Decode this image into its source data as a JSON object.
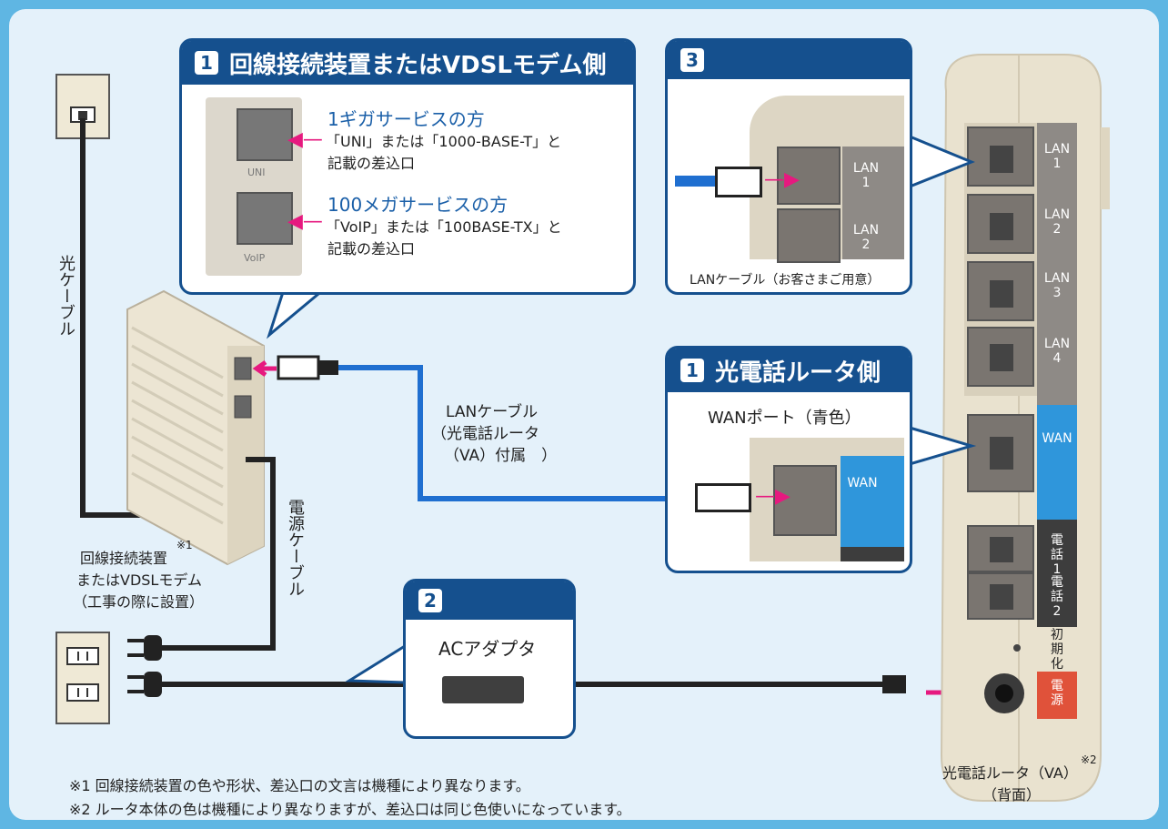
{
  "callout1_modem": {
    "number": "1",
    "title": "回線接続装置またはVDSLモデム側",
    "giga_title": "1ギガサービスの方",
    "giga_line1": "「UNI」または「1000-BASE-T」と",
    "giga_line2": "記載の差込口",
    "mega_title": "100メガサービスの方",
    "mega_line1": "「VoIP」または「100BASE-TX」と",
    "mega_line2": "記載の差込口",
    "uni_label": "UNI",
    "voip_label": "VoIP"
  },
  "callout3": {
    "number": "3",
    "lan1": "LAN 1",
    "lan2": "LAN 2",
    "caption": "LANケーブル（お客さまご用意）"
  },
  "callout1_router": {
    "number": "1",
    "title": "光電話ルータ側",
    "subtitle": "WANポート（青色）",
    "wan_label": "WAN"
  },
  "callout2": {
    "number": "2",
    "title": "ACアダプタ"
  },
  "labels": {
    "fiber_cable": "光ケーブル",
    "lan_cable_line1": "LANケーブル",
    "lan_cable_line2": "（光電話ルータ",
    "lan_cable_line3": "（VA）付属　）",
    "power_cable": "電源ケーブル",
    "modem_line1": "回線接続装置",
    "modem_note_mark": "※1",
    "modem_line2": "またはVDSLモデム",
    "modem_line3": "（工事の際に設置）",
    "router_name": "光電話ルータ（VA）",
    "router_note_mark": "※2",
    "router_back": "（背面）"
  },
  "router_ports": {
    "lan1": "LAN 1",
    "lan2": "LAN 2",
    "lan3": "LAN 3",
    "lan4": "LAN 4",
    "wan": "WAN",
    "tel1": "電話1",
    "tel2": "電話2",
    "init": "初期化",
    "power": "電源"
  },
  "footnotes": {
    "note1": "※1  回線接続装置の色や形状、差込口の文言は機種により異なります。",
    "note2": "※2  ルータ本体の色は機種により異なりますが、差込口は同じ色使いになっています。"
  },
  "colors": {
    "frame_border": "#5fb6e3",
    "callout_header": "#15508e",
    "lan_cable": "#1f6fd0",
    "arrow": "#e6197f",
    "wan_port": "#2f96db",
    "power_port": "#e0523a"
  }
}
